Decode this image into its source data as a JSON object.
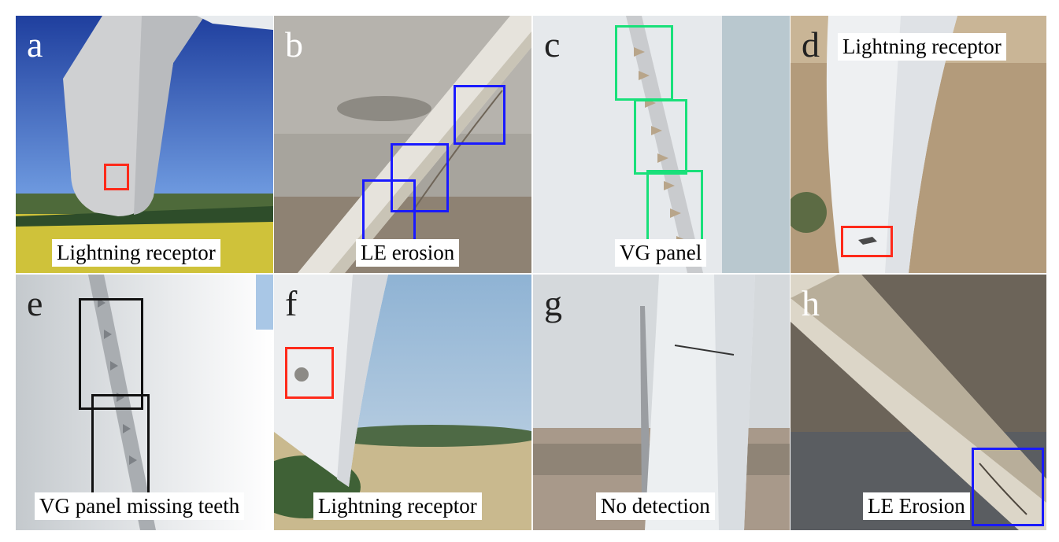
{
  "colors": {
    "red_box": "#ff2a1a",
    "blue_box": "#1a1aff",
    "green_box": "#19e07a",
    "black_box": "#111111"
  },
  "panels": [
    {
      "letter": "a",
      "caption": "Lightning receptor"
    },
    {
      "letter": "b",
      "caption": "LE erosion"
    },
    {
      "letter": "c",
      "caption": "VG panel"
    },
    {
      "letter": "d",
      "caption": "Lightning receptor"
    },
    {
      "letter": "e",
      "caption": "VG panel missing teeth"
    },
    {
      "letter": "f",
      "caption": "Lightning receptor"
    },
    {
      "letter": "g",
      "caption": "No detection"
    },
    {
      "letter": "h",
      "caption": "LE Erosion"
    }
  ]
}
